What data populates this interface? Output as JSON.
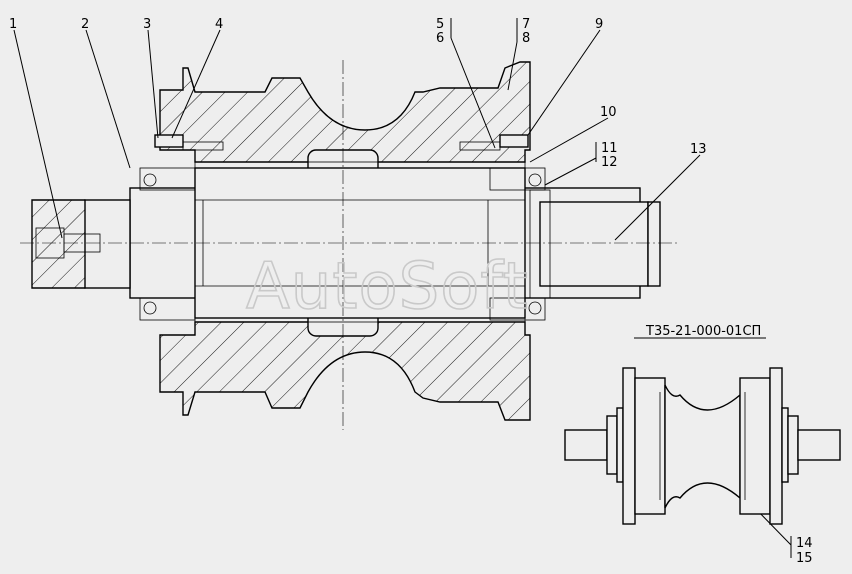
{
  "drawing": {
    "callouts": [
      "1",
      "2",
      "3",
      "4",
      "5",
      "6",
      "7",
      "8",
      "9",
      "10",
      "11",
      "12",
      "13",
      "14",
      "15"
    ],
    "code": "Т35-21-000-01СП",
    "watermark": "AutoSoft",
    "hatch_color": "#000000",
    "background": "#eeeeee"
  }
}
